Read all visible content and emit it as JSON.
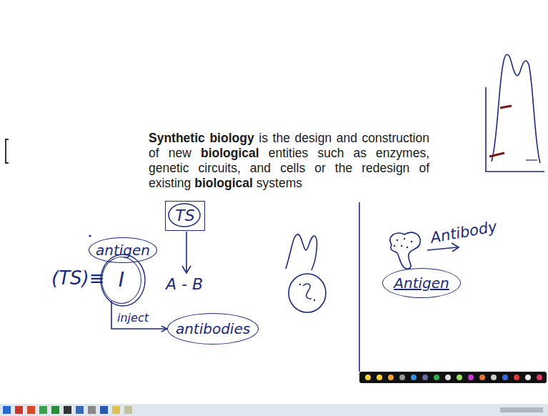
{
  "diagram": {
    "nodes": [
      {
        "text": [
          "antigen"
        ]
      },
      {
        "text": [
          "I"
        ]
      },
      {
        "text": [
          "antibodies"
        ]
      },
      {
        "text": [
          "TS"
        ]
      },
      {
        "text": [
          "Antigen"
        ]
      }
    ],
    "edges": [
      {
        "from": 1,
        "to": 2,
        "arrow": "to",
        "label": "inject"
      }
    ],
    "labels": [
      "Synthetic biology",
      "is the design and construction of new",
      "biological",
      "entities such as enzymes, genetic circuits, and cells or the redesign of existing",
      "biological",
      "systems",
      "(TS)≡",
      "A - B",
      "Antibody"
    ]
  }
}
